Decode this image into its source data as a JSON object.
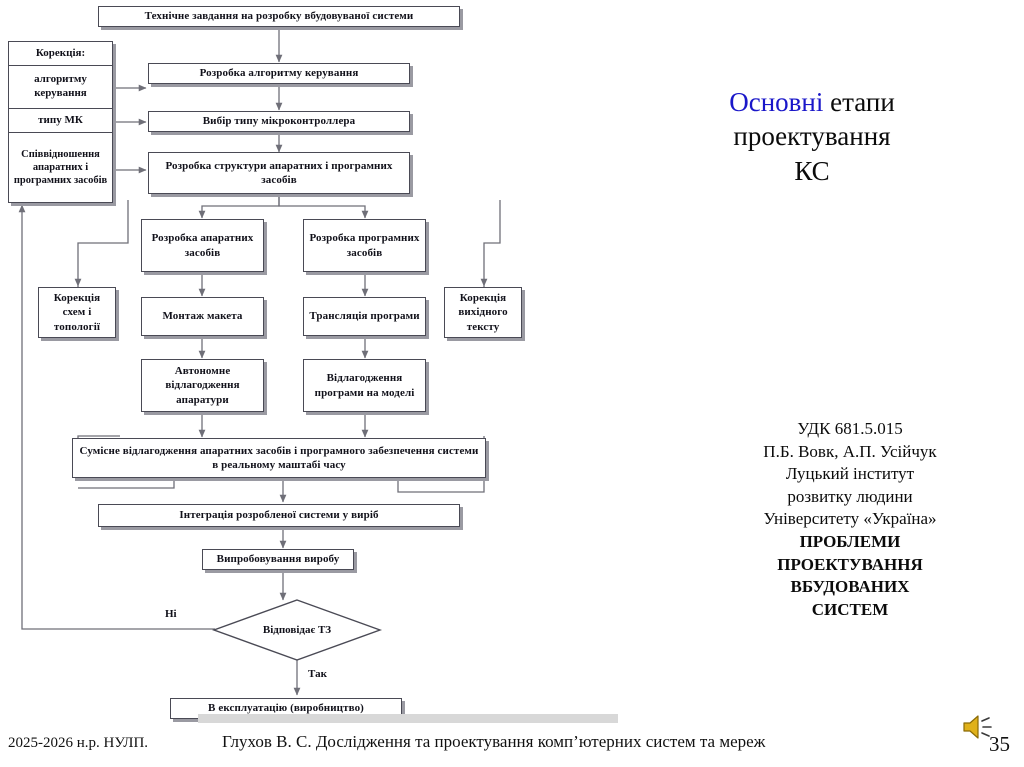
{
  "slide": {
    "title": {
      "highlight": "Основні",
      "rest": " етапи",
      "line2": "проектування",
      "line3": "КС"
    },
    "authors": {
      "udk": "УДК 681.5.015",
      "names": "П.Б. Вовк, А.П. Усійчук",
      "org1": "Луцький інститут",
      "org2": "розвитку людини",
      "org3": "Університету «Україна»",
      "bold1": "ПРОБЛЕМИ",
      "bold2": "ПРОЕКТУВАННЯ",
      "bold3": "ВБУДОВАНИХ",
      "bold4": "СИСТЕМ"
    },
    "footer": {
      "left": "2025-2026 н.р. НУЛП.",
      "center": "Глухов В. С. Дослідження та проектування комп’ютерних систем та мереж",
      "page": "35",
      "speaker_icon": "speaker-icon"
    }
  },
  "flowchart": {
    "nodes": {
      "spec": "Технічне завдання на розробку вбудовуваної системи",
      "algo": "Розробка алгоритму керування",
      "mcu": "Вибір типу  мікроконтроллера",
      "structure": "Розробка структури апаратних і програмних засобів",
      "hw_dev": "Розробка апаратних засобів",
      "sw_dev": "Розробка програмних засобів",
      "mount": "Монтаж макета",
      "translate": "Трансляція програми",
      "hw_debug": "Автономне відлагодження апаратури",
      "sw_debug": "Відлагодження програми на моделі",
      "joint_debug": "Сумісне відлагодження апаратних засобів і програмного забезпечення системи в реальному маштабі часу",
      "integration": "Інтеграція розробленої системи у виріб",
      "testing": "Випробовування виробу",
      "decision": "Відповідає ТЗ",
      "production": "В експлуатацію (виробництво)",
      "corr_schem": "Корекція схем і топології",
      "corr_text": "Корекція вихідного тексту"
    },
    "correction_panel": {
      "header": "Корекція:",
      "items": [
        "алгоритму керування",
        "типу МК",
        "Співвідношення апаратних  і програмних засобів"
      ]
    },
    "edge_labels": {
      "no": "Ні",
      "yes": "Так"
    },
    "colors": {
      "border": "#4a4a55",
      "shadow": "#9a9aa2",
      "wire": "#6f6f78",
      "accent": "#1a17c9"
    }
  }
}
